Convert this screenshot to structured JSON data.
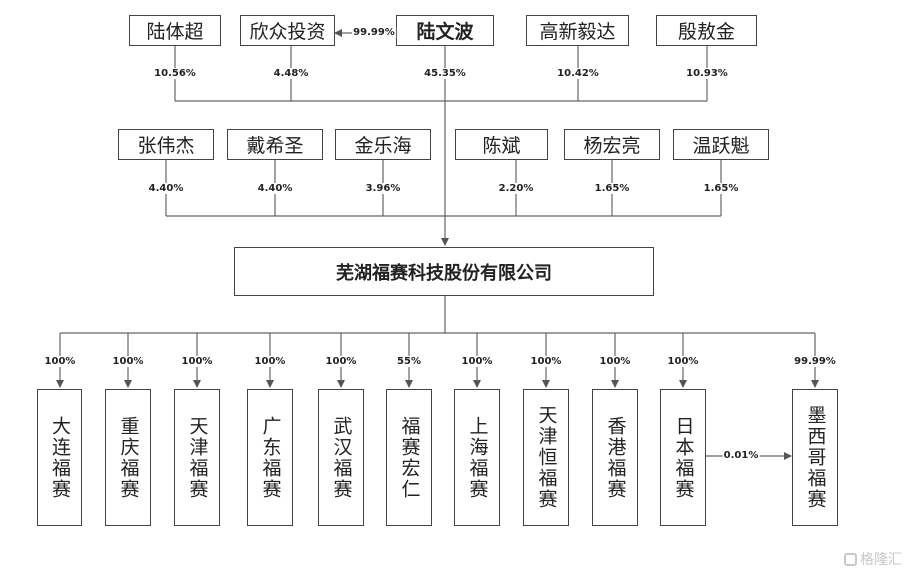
{
  "company": "芜湖福赛科技股份有限公司",
  "shareholders_top": [
    {
      "name": "陆体超",
      "pct": "10.56%"
    },
    {
      "name": "欣众投资",
      "pct": "4.48%"
    },
    {
      "name": "陆文波",
      "pct": "45.35%"
    },
    {
      "name": "高新毅达",
      "pct": "10.42%"
    },
    {
      "name": "殷敖金",
      "pct": "10.93%"
    }
  ],
  "lu_to_xinzhong_pct": "99.99%",
  "shareholders_second": [
    {
      "name": "张伟杰",
      "pct": "4.40%"
    },
    {
      "name": "戴希圣",
      "pct": "4.40%"
    },
    {
      "name": "金乐海",
      "pct": "3.96%"
    },
    {
      "name": "陈斌",
      "pct": "2.20%"
    },
    {
      "name": "杨宏亮",
      "pct": "1.65%"
    },
    {
      "name": "温跃魁",
      "pct": "1.65%"
    }
  ],
  "subsidiaries": [
    {
      "name": "大连福赛",
      "pct": "100%"
    },
    {
      "name": "重庆福赛",
      "pct": "100%"
    },
    {
      "name": "天津福赛",
      "pct": "100%"
    },
    {
      "name": "广东福赛",
      "pct": "100%"
    },
    {
      "name": "武汉福赛",
      "pct": "100%"
    },
    {
      "name": "福赛宏仁",
      "pct": "55%"
    },
    {
      "name": "上海福赛",
      "pct": "100%"
    },
    {
      "name": "天津恒福赛",
      "pct": "100%"
    },
    {
      "name": "香港福赛",
      "pct": "100%"
    },
    {
      "name": "日本福赛",
      "pct": "100%"
    },
    {
      "name": "墨西哥福赛",
      "pct": "99.99%"
    }
  ],
  "japan_to_mexico_pct": "0.01%",
  "watermark": "格隆汇"
}
